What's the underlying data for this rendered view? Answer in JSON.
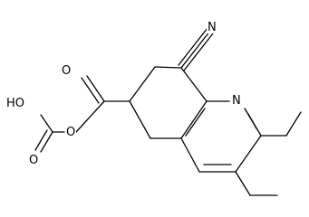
{
  "structure": {
    "bond_color": "#000000",
    "background": "#ffffff",
    "atoms": {
      "nitrile_n": "N",
      "ring_n": "N",
      "ester_o": "O",
      "carbonate_o": "O",
      "carbonate_oh": "HO"
    }
  }
}
